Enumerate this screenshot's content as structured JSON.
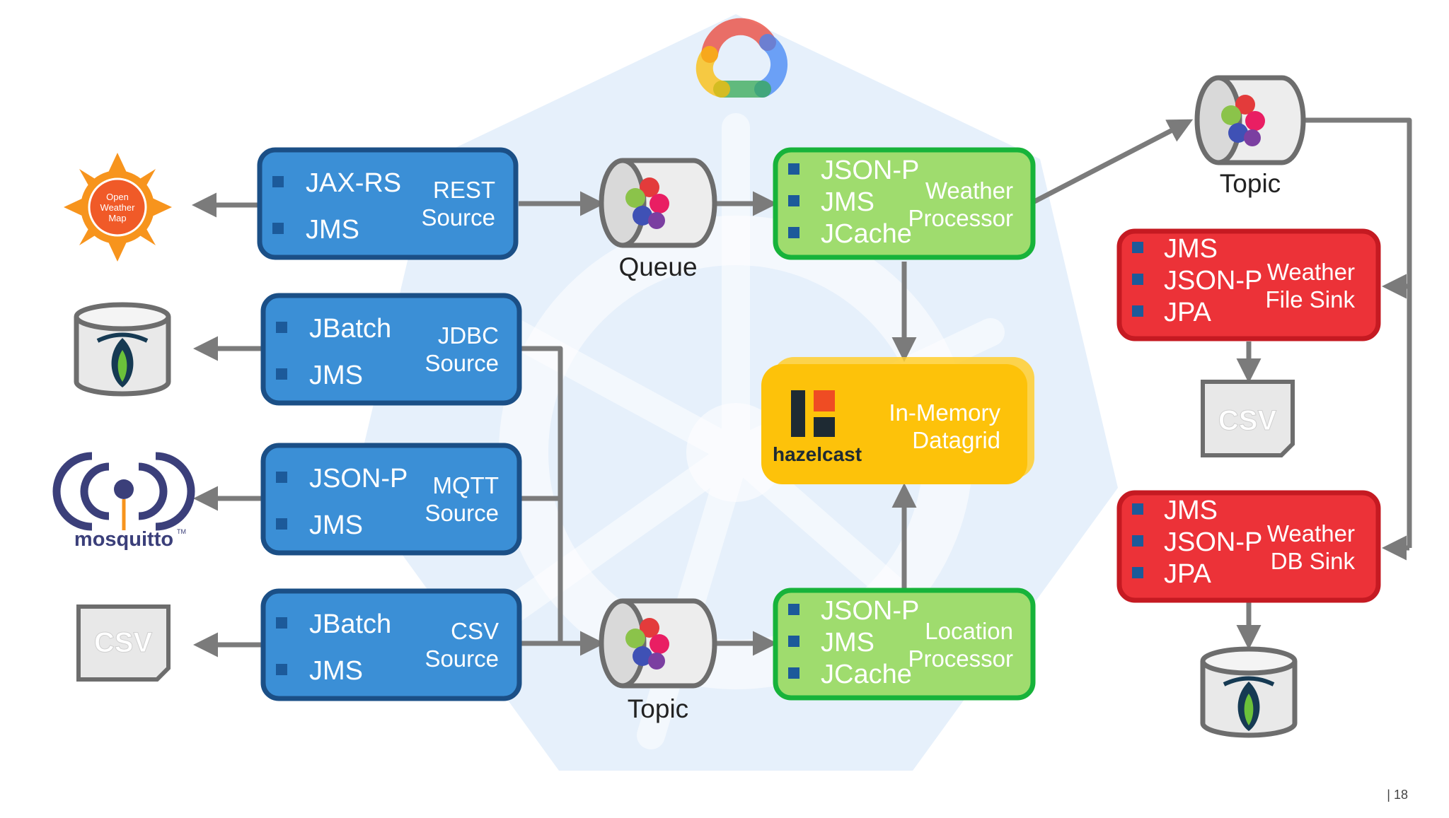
{
  "colors": {
    "blue_fill": "#3b8fd6",
    "blue_stroke": "#1b4f86",
    "green_fill": "#9fdc6e",
    "green_stroke": "#17b33a",
    "red_fill": "#ec3238",
    "red_stroke": "#c51a22",
    "yellow_fill": "#fdc20a",
    "arrow": "#7b7b7b",
    "bullet": "#1c5a9a",
    "watermark": "#e6f0fb"
  },
  "icons": {
    "openweathermap": "open-weather-map-sun-logo",
    "db": "database-cylinder-icon",
    "mqtt": "mosquitto-logo",
    "csv": "csv-file-icon",
    "cloud": "google-cloud-logo",
    "queue": "message-queue-cylinder-icon",
    "hazelcast": "hazelcast-logo",
    "k8s": "kubernetes-watermark"
  },
  "logos": {
    "owm_line1": "Open",
    "owm_line2": "Weather",
    "owm_line3": "Map",
    "mosquitto": "mosquitto",
    "mosquitto_tm": "TM",
    "hazelcast": "hazelcast",
    "csv": "CSV"
  },
  "sources": [
    {
      "items": [
        "JAX-RS",
        "JMS"
      ],
      "role": [
        "REST",
        "Source"
      ]
    },
    {
      "items": [
        "JBatch",
        "JMS"
      ],
      "role": [
        "JDBC",
        "Source"
      ]
    },
    {
      "items": [
        "JSON-P",
        "JMS"
      ],
      "role": [
        "MQTT",
        "Source"
      ]
    },
    {
      "items": [
        "JBatch",
        "JMS"
      ],
      "role": [
        "CSV",
        "Source"
      ]
    }
  ],
  "channels": {
    "queue": "Queue",
    "topic_bottom": "Topic",
    "topic_top": "Topic"
  },
  "processors": {
    "weather": {
      "items": [
        "JSON-P",
        "JMS",
        "JCache"
      ],
      "role": [
        "Weather",
        "Processor"
      ]
    },
    "location": {
      "items": [
        "JSON-P",
        "JMS",
        "JCache"
      ],
      "role": [
        "Location",
        "Processor"
      ]
    }
  },
  "datagrid": {
    "role": [
      "In-Memory",
      "Datagrid"
    ]
  },
  "sinks": {
    "file": {
      "items": [
        "JMS",
        "JSON-P",
        "JPA"
      ],
      "role": [
        "Weather",
        "File Sink"
      ]
    },
    "db": {
      "items": [
        "JMS",
        "JSON-P",
        "JPA"
      ],
      "role": [
        "Weather",
        "DB Sink"
      ]
    }
  },
  "page_number": "| 18"
}
